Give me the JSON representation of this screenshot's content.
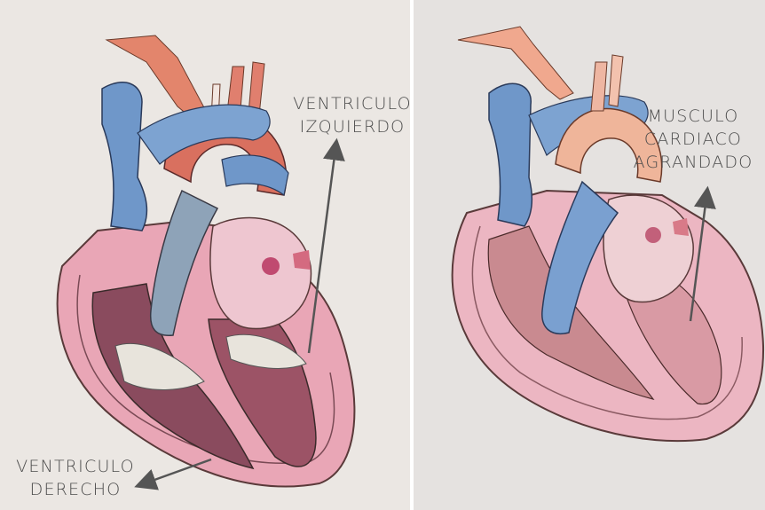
{
  "labels": {
    "ventriculo_izquierdo": [
      "VENTRICULO",
      "IZQUIERDO"
    ],
    "ventriculo_derecho": [
      "VENTRICULO",
      "DERECHO"
    ],
    "musculo_cardiaco": [
      "MUSCULO",
      "CARDIACO",
      "AGRANDADO"
    ]
  },
  "colors": {
    "paper": "#ebe7e3",
    "vena": "#6f97c9",
    "arteria": "#d4705f",
    "miocardio": "#e2a0b0",
    "cavidad": "#8a4b5e",
    "flecha": "#555555"
  }
}
